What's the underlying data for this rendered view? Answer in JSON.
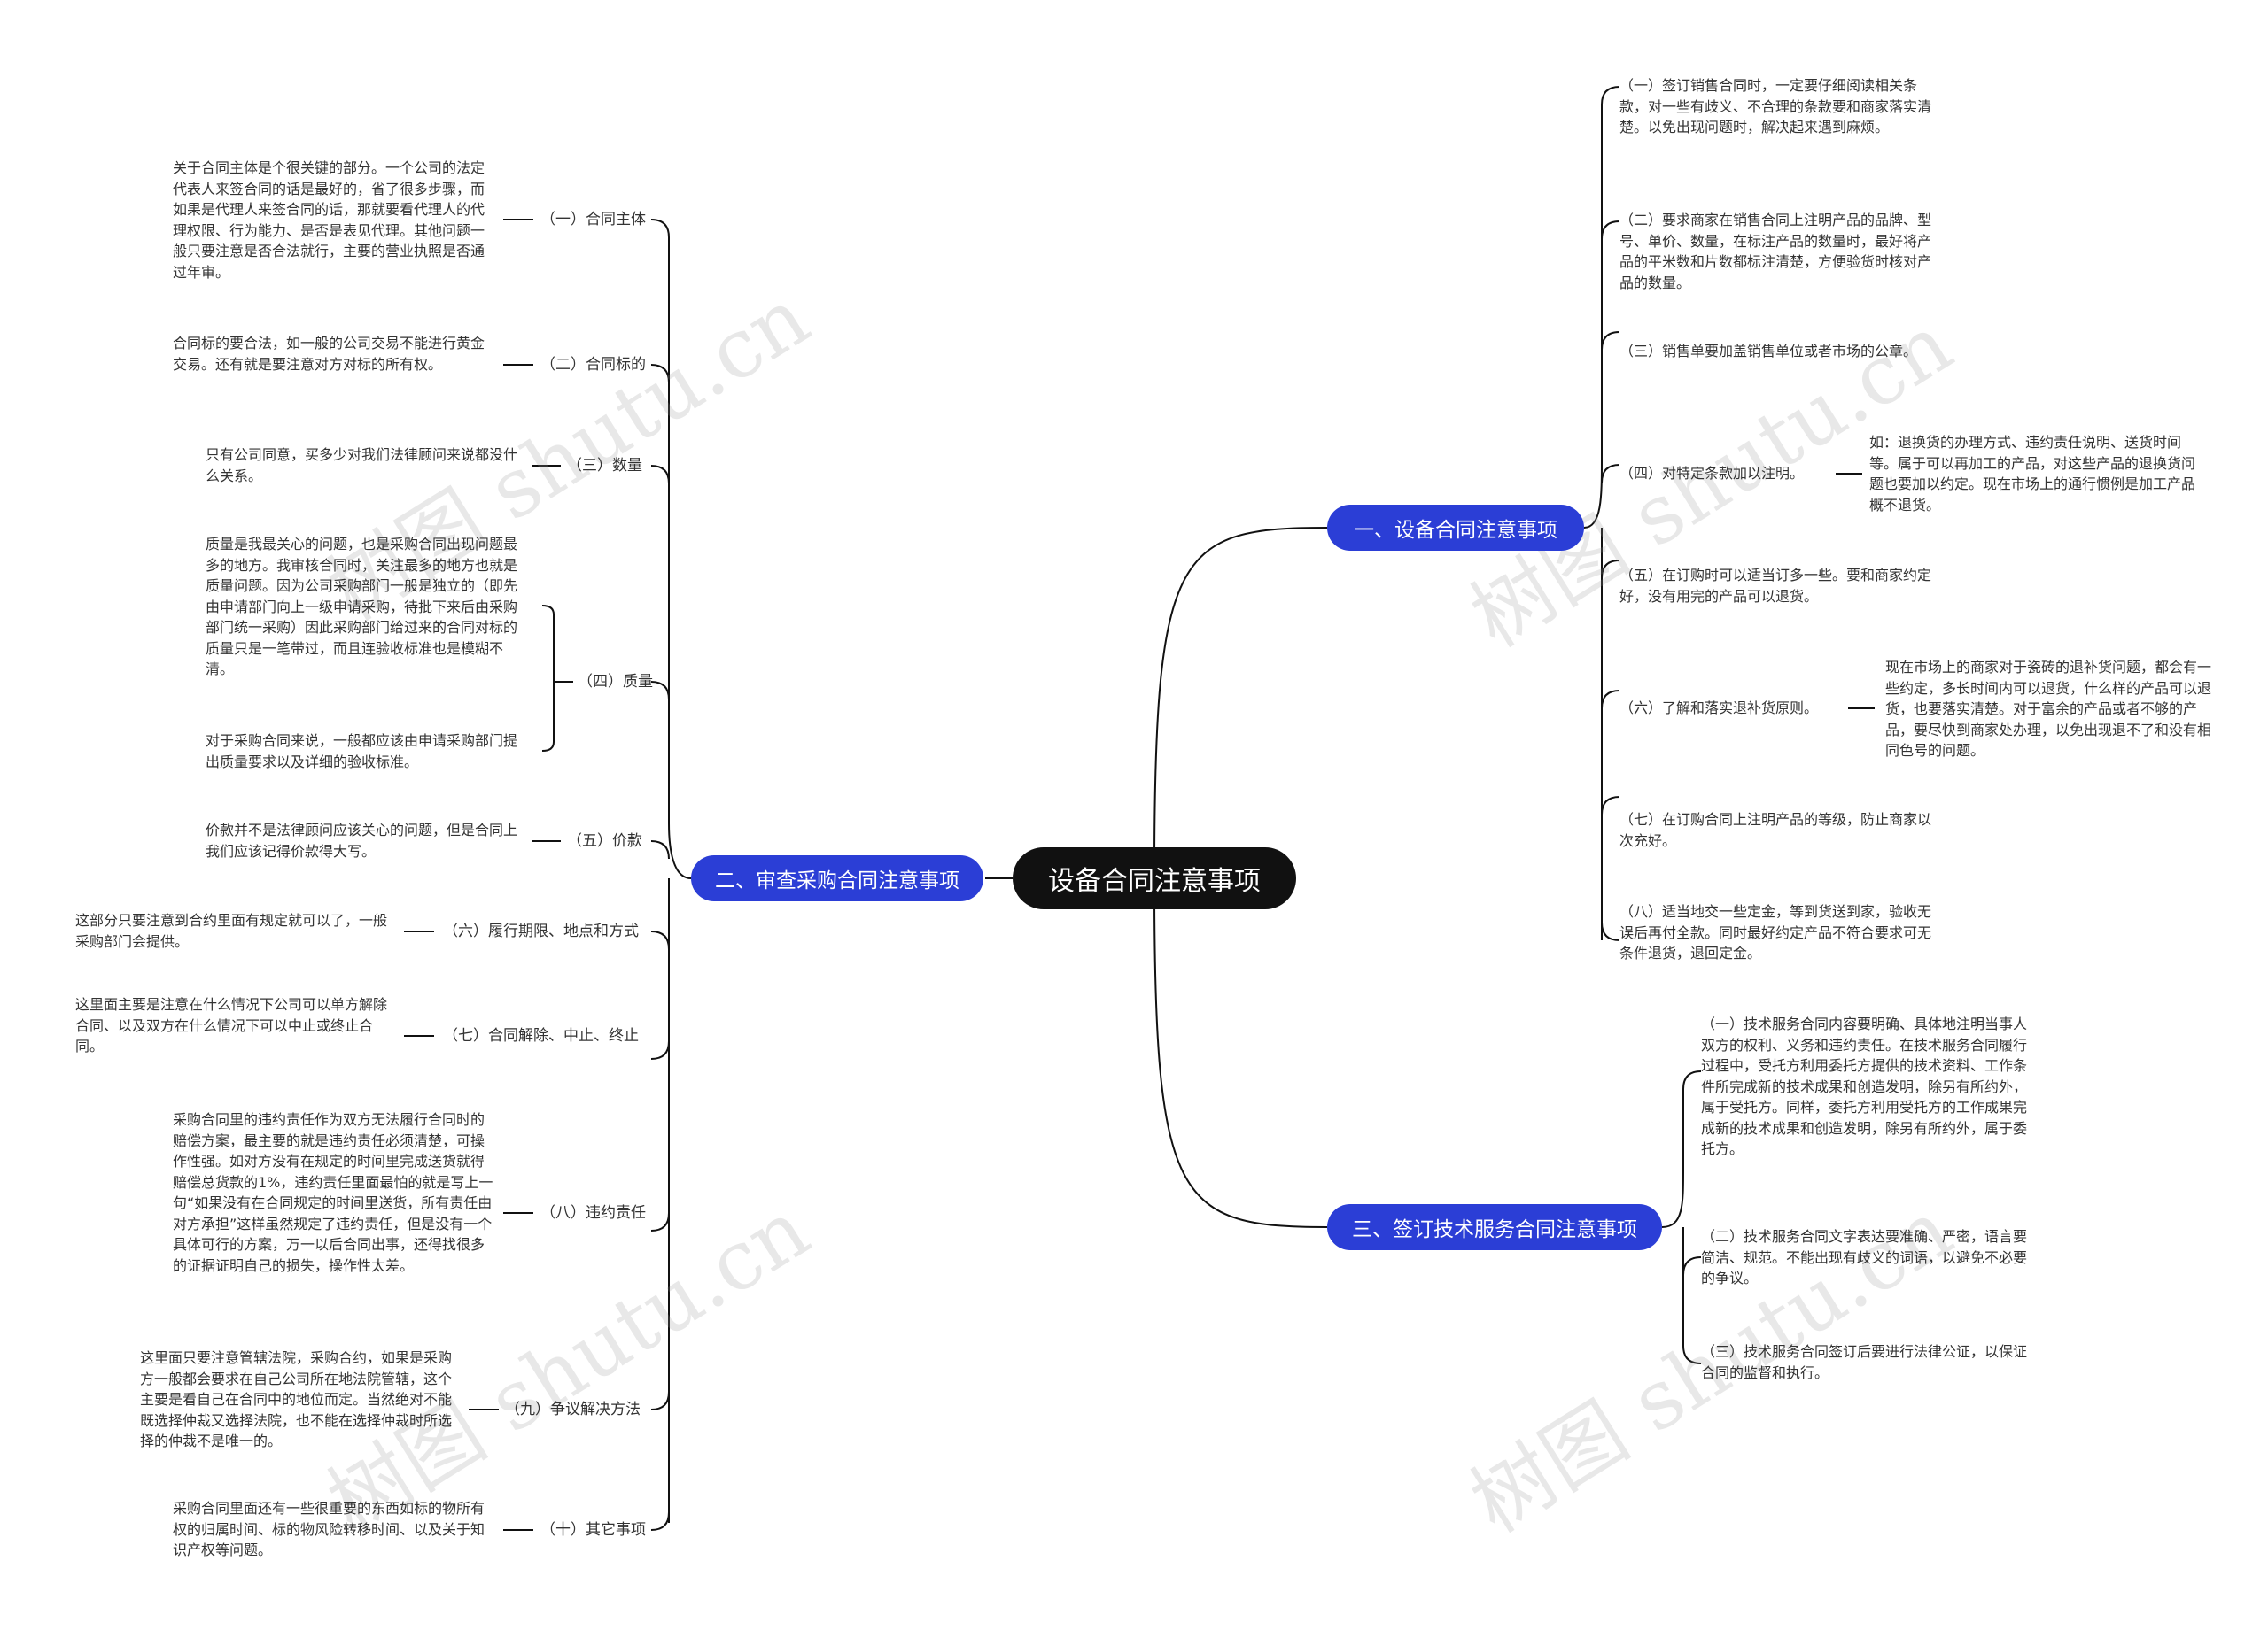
{
  "root": "设备合同注意事项",
  "watermark": "树图 shutu.cn",
  "colors": {
    "branch": "#2b3ed6",
    "root": "#111111",
    "line": "#111111"
  },
  "branches": {
    "b1": {
      "label": "一、设备合同注意事项",
      "items": [
        {
          "text": "（一）签订销售合同时，一定要仔细阅读相关条款，对一些有歧义、不合理的条款要和商家落实清楚。以免出现问题时，解决起来遇到麻烦。"
        },
        {
          "text": "（二）要求商家在销售合同上注明产品的品牌、型号、单价、数量，在标注产品的数量时，最好将产品的平米数和片数都标注清楚，方便验货时核对产品的数量。"
        },
        {
          "text": "（三）销售单要加盖销售单位或者市场的公章。"
        },
        {
          "text": "（四）对特定条款加以注明。",
          "detail": "如：退换货的办理方式、违约责任说明、送货时间等。属于可以再加工的产品，对这些产品的退换货问题也要加以约定。现在市场上的通行惯例是加工产品概不退货。"
        },
        {
          "text": "（五）在订购时可以适当订多一些。要和商家约定好，没有用完的产品可以退货。"
        },
        {
          "text": "（六）了解和落实退补货原则。",
          "detail": "现在市场上的商家对于瓷砖的退补货问题，都会有一些约定，多长时间内可以退货，什么样的产品可以退货，也要落实清楚。对于富余的产品或者不够的产品，要尽快到商家处办理，以免出现退不了和没有相同色号的问题。"
        },
        {
          "text": "（七）在订购合同上注明产品的等级，防止商家以次充好。"
        },
        {
          "text": "（八）适当地交一些定金，等到货送到家，验收无误后再付全款。同时最好约定产品不符合要求可无条件退货，退回定金。"
        }
      ]
    },
    "b2": {
      "label": "二、审查采购合同注意事项",
      "items": [
        {
          "label": "（一）合同主体",
          "details": [
            "关于合同主体是个很关键的部分。一个公司的法定代表人来签合同的话是最好的，省了很多步骤，而如果是代理人来签合同的话，那就要看代理人的代理权限、行为能力、是否是表见代理。其他问题一般只要注意是否合法就行，主要的营业执照是否通过年审。"
          ]
        },
        {
          "label": "（二）合同标的",
          "details": [
            "合同标的要合法，如一般的公司交易不能进行黄金交易。还有就是要注意对方对标的所有权。"
          ]
        },
        {
          "label": "（三）数量",
          "details": [
            "只有公司同意，买多少对我们法律顾问来说都没什么关系。"
          ]
        },
        {
          "label": "（四）质量",
          "details": [
            "质量是我最关心的问题，也是采购合同出现问题最多的地方。我审核合同时，关注最多的地方也就是质量问题。因为公司采购部门一般是独立的（即先由申请部门向上一级申请采购，待批下来后由采购部门统一采购）因此采购部门给过来的合同对标的质量只是一笔带过，而且连验收标准也是模糊不清。",
            "对于采购合同来说，一般都应该由申请采购部门提出质量要求以及详细的验收标准。"
          ]
        },
        {
          "label": "（五）价款",
          "details": [
            "价款并不是法律顾问应该关心的问题，但是合同上我们应该记得价款得大写。"
          ]
        },
        {
          "label": "（六）履行期限、地点和方式",
          "details": [
            "这部分只要注意到合约里面有规定就可以了，一般采购部门会提供。"
          ]
        },
        {
          "label": "（七）合同解除、中止、终止",
          "details": [
            "这里面主要是注意在什么情况下公司可以单方解除合同、以及双方在什么情况下可以中止或终止合同。"
          ]
        },
        {
          "label": "（八）违约责任",
          "details": [
            "采购合同里的违约责任作为双方无法履行合同时的赔偿方案，最主要的就是违约责任必须清楚，可操作性强。如对方没有在规定的时间里完成送货就得赔偿总货款的1%，违约责任里面最怕的就是写上一句“如果没有在合同规定的时间里送货，所有责任由对方承担”这样虽然规定了违约责任，但是没有一个具体可行的方案，万一以后合同出事，还得找很多的证据证明自己的损失，操作性太差。"
          ]
        },
        {
          "label": "（九）争议解决方法",
          "details": [
            "这里面只要注意管辖法院，采购合约，如果是采购方一般都会要求在自己公司所在地法院管辖，这个主要是看自己在合同中的地位而定。当然绝对不能既选择仲裁又选择法院，也不能在选择仲裁时所选择的仲裁不是唯一的。"
          ]
        },
        {
          "label": "（十）其它事项",
          "details": [
            "采购合同里面还有一些很重要的东西如标的物所有权的归属时间、标的物风险转移时间、以及关于知识产权等问题。"
          ]
        }
      ]
    },
    "b3": {
      "label": "三、签订技术服务合同注意事项",
      "items": [
        {
          "text": "（一）技术服务合同内容要明确、具体地注明当事人双方的权利、义务和违约责任。在技术服务合同履行过程中，受托方利用委托方提供的技术资料、工作条件所完成新的技术成果和创造发明，除另有所约外，属于受托方。同样，委托方利用受托方的工作成果完成新的技术成果和创造发明，除另有所约外，属于委托方。"
        },
        {
          "text": "（二）技术服务合同文字表达要准确、严密，语言要简洁、规范。不能出现有歧义的词语，以避免不必要的争议。"
        },
        {
          "text": "（三）技术服务合同签订后要进行法律公证，以保证合同的监督和执行。"
        }
      ]
    }
  }
}
